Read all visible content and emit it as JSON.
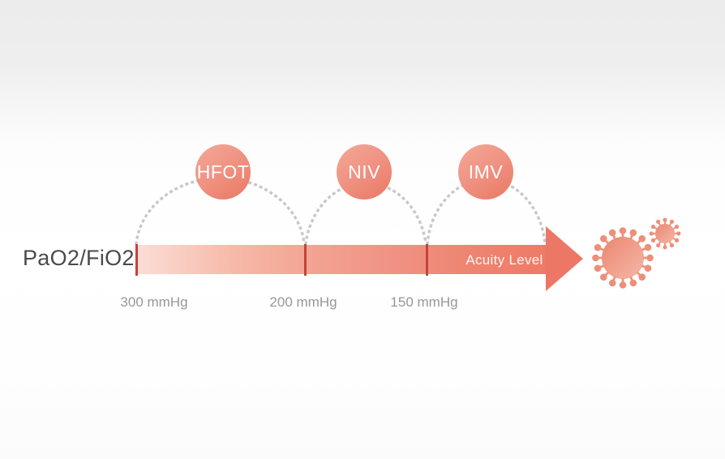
{
  "diagram": {
    "axis_label": "PaO2/FiO2",
    "arrow_label": "Acuity Level",
    "stages": [
      {
        "label": "HFOT",
        "threshold": "300 mmHg"
      },
      {
        "label": "NIV",
        "threshold": "200 mmHg"
      },
      {
        "label": "IMV",
        "threshold": "150 mmHg"
      }
    ],
    "icons": [
      "virus-icon-large",
      "virus-icon-small"
    ],
    "colors": {
      "accent_salmon": "#ed7a66",
      "bar_gradient_start": "#fbded7",
      "tick_red": "#c5433a",
      "circle_gradient_start": "#f4a897",
      "circle_gradient_end": "#ea7763",
      "dot_gray": "#c8c8c8",
      "axis_text": "#4a4a4a",
      "threshold_text": "#979797",
      "background_top": "#ececec"
    }
  }
}
